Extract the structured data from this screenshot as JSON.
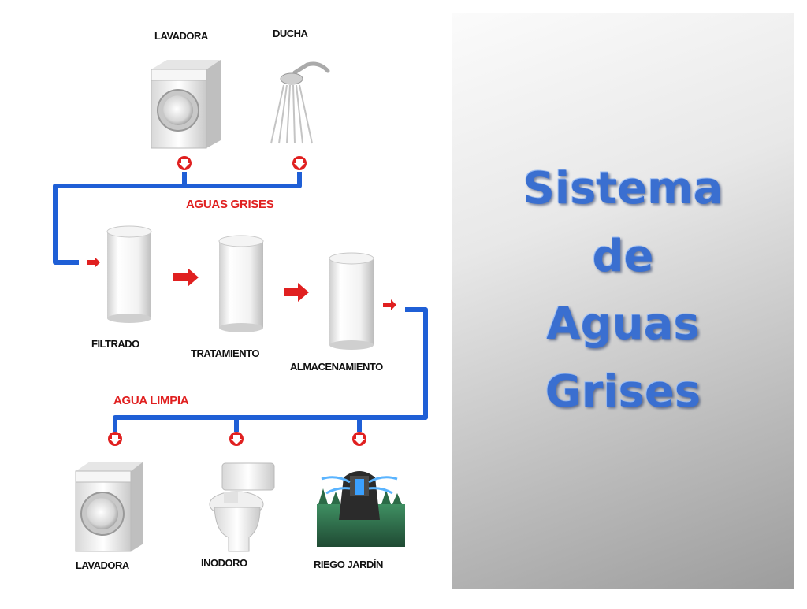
{
  "sources": {
    "washer_label": "LAVADORA",
    "shower_label": "DUCHA"
  },
  "flows": {
    "grey_water_label": "AGUAS GRISES",
    "clean_water_label": "AGUA LIMPIA"
  },
  "stages": [
    {
      "label": "FILTRADO"
    },
    {
      "label": "TRATAMIENTO"
    },
    {
      "label": "ALMACENAMIENTO"
    }
  ],
  "uses": [
    {
      "label": "LAVADORA"
    },
    {
      "label": "INODORO"
    },
    {
      "label": "RIEGO JARDÍN"
    }
  ],
  "title": {
    "line1": "Sistema",
    "line2": "de",
    "line3": "Aguas",
    "line4": "Grises"
  },
  "colors": {
    "pipe": "#1f5fd6",
    "arrow": "#e02020",
    "title": "#3a6fd0"
  }
}
